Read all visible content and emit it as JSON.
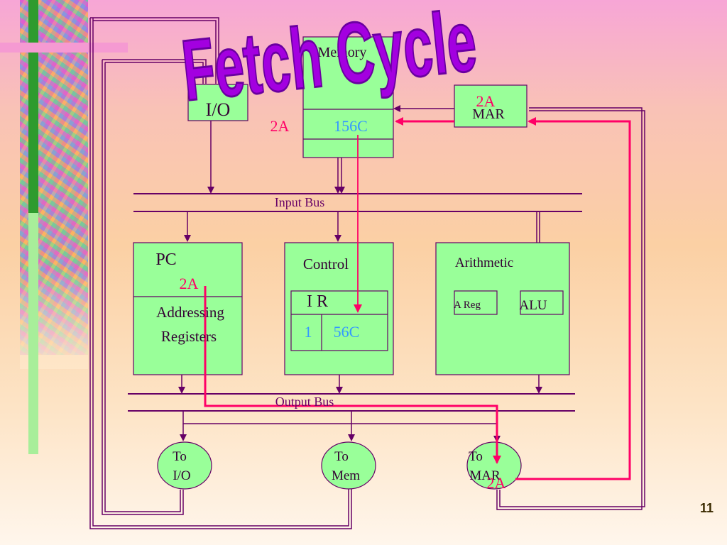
{
  "slide": {
    "title": "Fetch Cycle",
    "page_number": "11"
  },
  "colors": {
    "box_fill": "#99ff99",
    "line": "#660066",
    "highlight": "#ff0066",
    "value_blue": "#3399ff",
    "title": "#9900cc"
  },
  "memory": {
    "label": "Memory",
    "address": "2A",
    "contents": "156C"
  },
  "io": {
    "label": "I/O"
  },
  "mar": {
    "label": "MAR",
    "value": "2A"
  },
  "buses": {
    "input": "Input Bus",
    "output": "Output Bus"
  },
  "pc_unit": {
    "pc_label": "PC",
    "pc_value": "2A",
    "addressing_line1": "Addressing",
    "addressing_line2": "Registers"
  },
  "control_unit": {
    "label": "Control",
    "ir_label": "I R",
    "ir_opcode": "1",
    "ir_operand": "56C"
  },
  "arith_unit": {
    "label": "Arithmetic",
    "areg": "A Reg",
    "alu": "ALU"
  },
  "outputs": {
    "to_io": {
      "line1": "To",
      "line2": "I/O"
    },
    "to_mem": {
      "line1": "To",
      "line2": "Mem"
    },
    "to_mar": {
      "line1": "To",
      "line2": "MAR",
      "value": "2A"
    }
  }
}
